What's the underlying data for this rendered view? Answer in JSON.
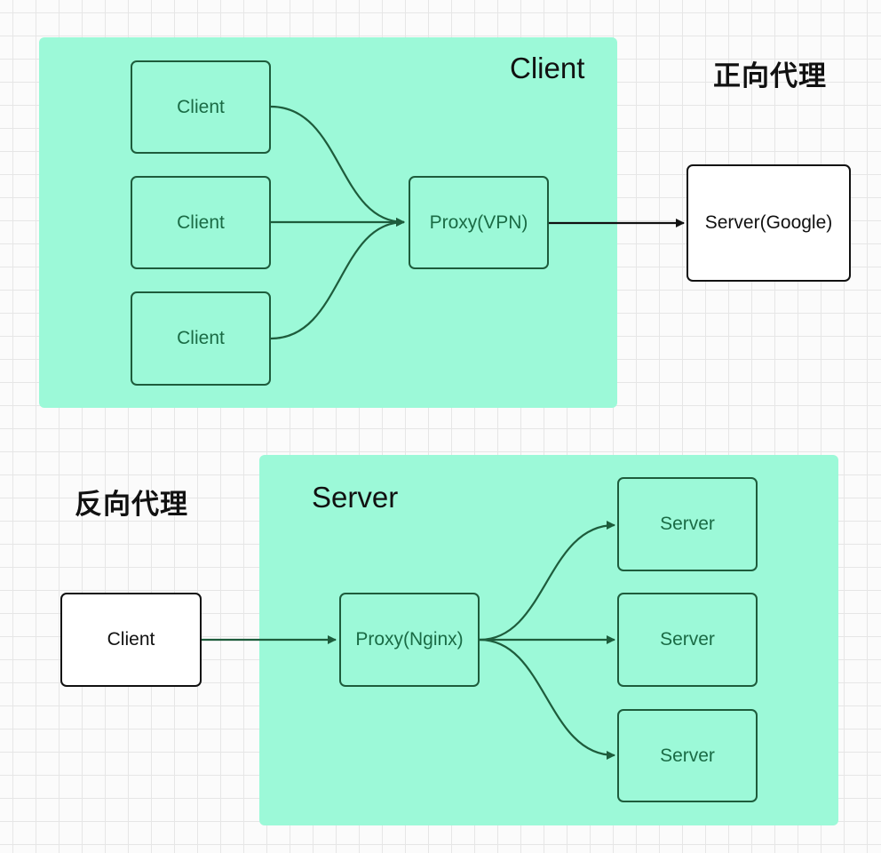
{
  "forward_proxy": {
    "heading": "正向代理",
    "region_title": "Client",
    "clients": [
      "Client",
      "Client",
      "Client"
    ],
    "proxy": "Proxy(VPN)",
    "server": "Server(Google)"
  },
  "reverse_proxy": {
    "heading": "反向代理",
    "region_title": "Server",
    "client": "Client",
    "proxy": "Proxy(Nginx)",
    "servers": [
      "Server",
      "Server",
      "Server"
    ]
  },
  "colors": {
    "region_fill": "#9cf9d8",
    "green_stroke": "#1e5c3c",
    "green_text": "#1a6b45",
    "black_stroke": "#111111"
  }
}
